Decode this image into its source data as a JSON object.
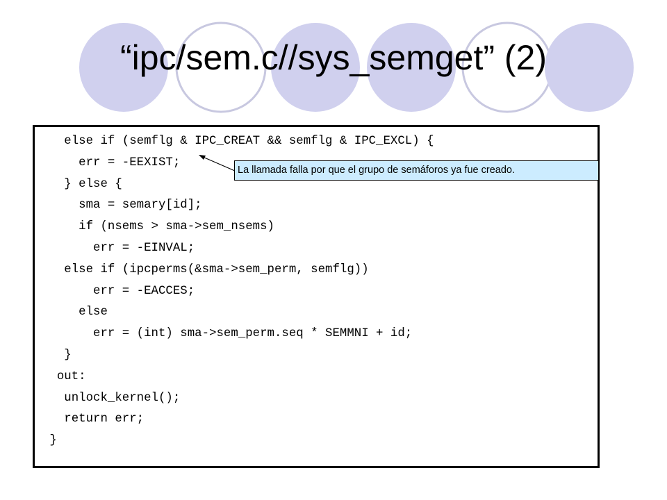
{
  "slide": {
    "title": "“ipc/sem.c//sys_semget” (2)",
    "code_lines": [
      "   else if (semflg & IPC_CREAT && semflg & IPC_EXCL) {",
      "     err = -EEXIST;",
      "   } else {",
      "     sma = semary[id];",
      "     if (nsems > sma->sem_nsems)",
      "       err = -EINVAL;",
      "   else if (ipcperms(&sma->sem_perm, semflg))",
      "       err = -EACCES;",
      "     else",
      "       err = (int) sma->sem_perm.seq * SEMMNI + id;",
      "   }",
      "  out:",
      "   unlock_kernel();",
      "   return err;",
      " }"
    ],
    "callout": "La llamada falla por que el grupo de semáforos ya fue creado."
  },
  "colors": {
    "circle_fill": "#d0d0ee",
    "circle_outline": "#c8c8e0",
    "callout_fill": "#ccecff"
  }
}
